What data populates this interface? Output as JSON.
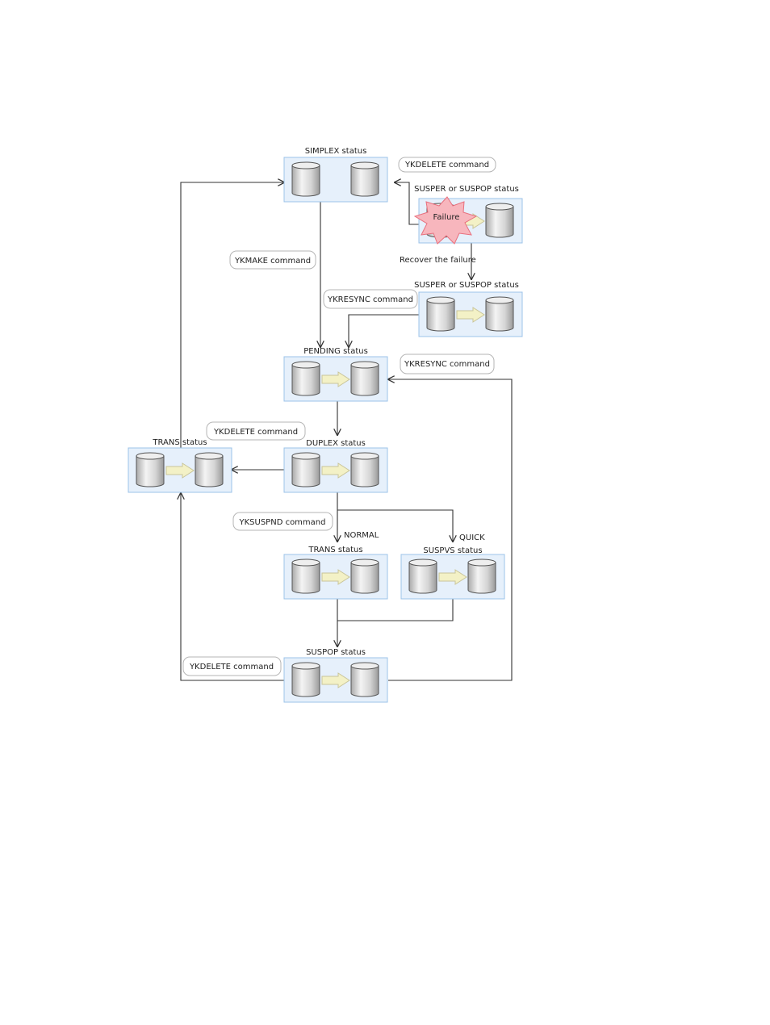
{
  "statuses": {
    "simplex": "SIMPLEX  status",
    "susper_failure": "SUSPER  or  SUSPOP  status",
    "susper_recover": "SUSPER  or  SUSPOP  status",
    "pending": "PENDING  status",
    "duplex": "DUPLEX  status",
    "trans_left": "TRANS  status",
    "trans_mid": "TRANS  status",
    "suspvs": "SUSPVS  status",
    "suspop": "SUSPOP  status"
  },
  "commands": {
    "ykdelete_top": "YKDELETE  command",
    "ykmake": "YKMAKE  command",
    "ykresync_left": "YKRESYNC  command",
    "ykresync_right": "YKRESYNC  command",
    "ykdelete_mid": "YKDELETE  command",
    "yksuspnd": "YKSUSPND  command",
    "ykdelete_bottom": "YKDELETE  command"
  },
  "annotations": {
    "failure": "Failure",
    "recover": "Recover  the  failure",
    "normal": "NORMAL",
    "quick": "QUICK"
  },
  "colors": {
    "box_fill": "#e6f0fb",
    "box_border": "#9cc3e8",
    "copy_arrow": "#f3f1c6",
    "failure_burst": "#f7b6bd"
  }
}
